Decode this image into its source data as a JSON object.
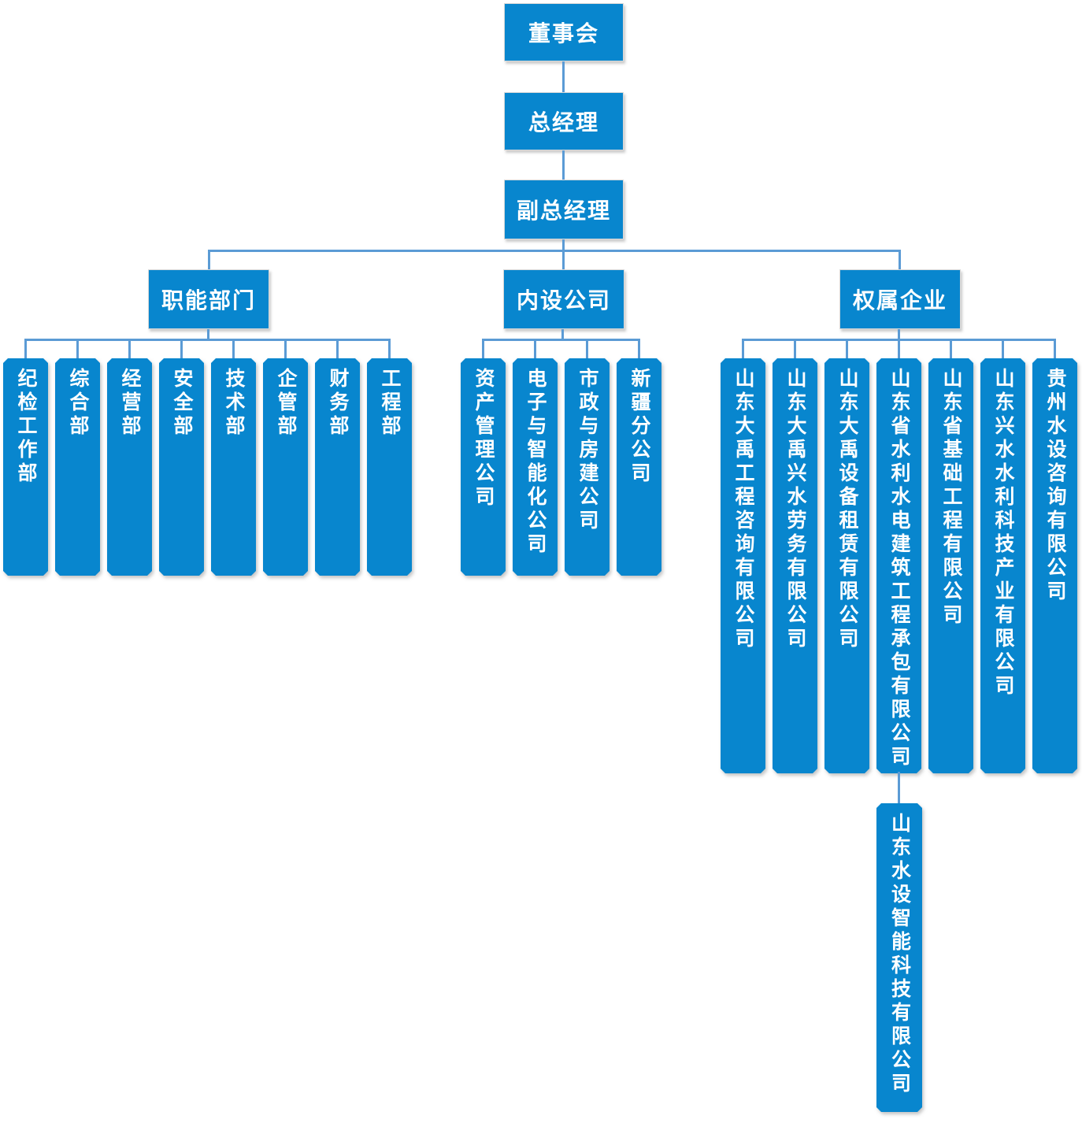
{
  "colors": {
    "node_fill": "#0886CE",
    "connector": "#5B9BD5",
    "text": "#FFFFFF"
  },
  "chain": [
    "董事会",
    "总经理",
    "副总经理"
  ],
  "groups": [
    {
      "header": "职能部门",
      "children": [
        "纪检工作部",
        "综合部",
        "经营部",
        "安全部",
        "技术部",
        "企管部",
        "财务部",
        "工程部"
      ]
    },
    {
      "header": "内设公司",
      "children": [
        "资产管理公司",
        "电子与智能化公司",
        "市政与房建公司",
        "新疆分公司"
      ]
    },
    {
      "header": "权属企业",
      "children": [
        "山东大禹工程咨询有限公司",
        "山东大禹兴水劳务有限公司",
        "山东大禹设备租赁有限公司",
        "山东省水利水电建筑工程承包有限公司",
        "山东省基础工程有限公司",
        "山东兴水水利科技产业有限公司",
        "贵州水设咨询有限公司"
      ]
    }
  ],
  "leaf": "山东水设智能科技有限公司"
}
